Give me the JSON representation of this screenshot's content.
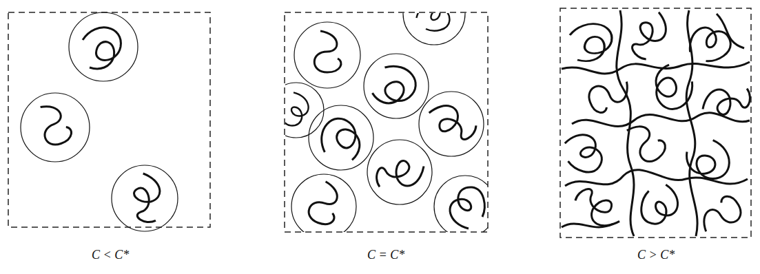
{
  "diagram": {
    "labels": [
      "C < C*",
      "C = C*",
      "C > C*"
    ]
  }
}
